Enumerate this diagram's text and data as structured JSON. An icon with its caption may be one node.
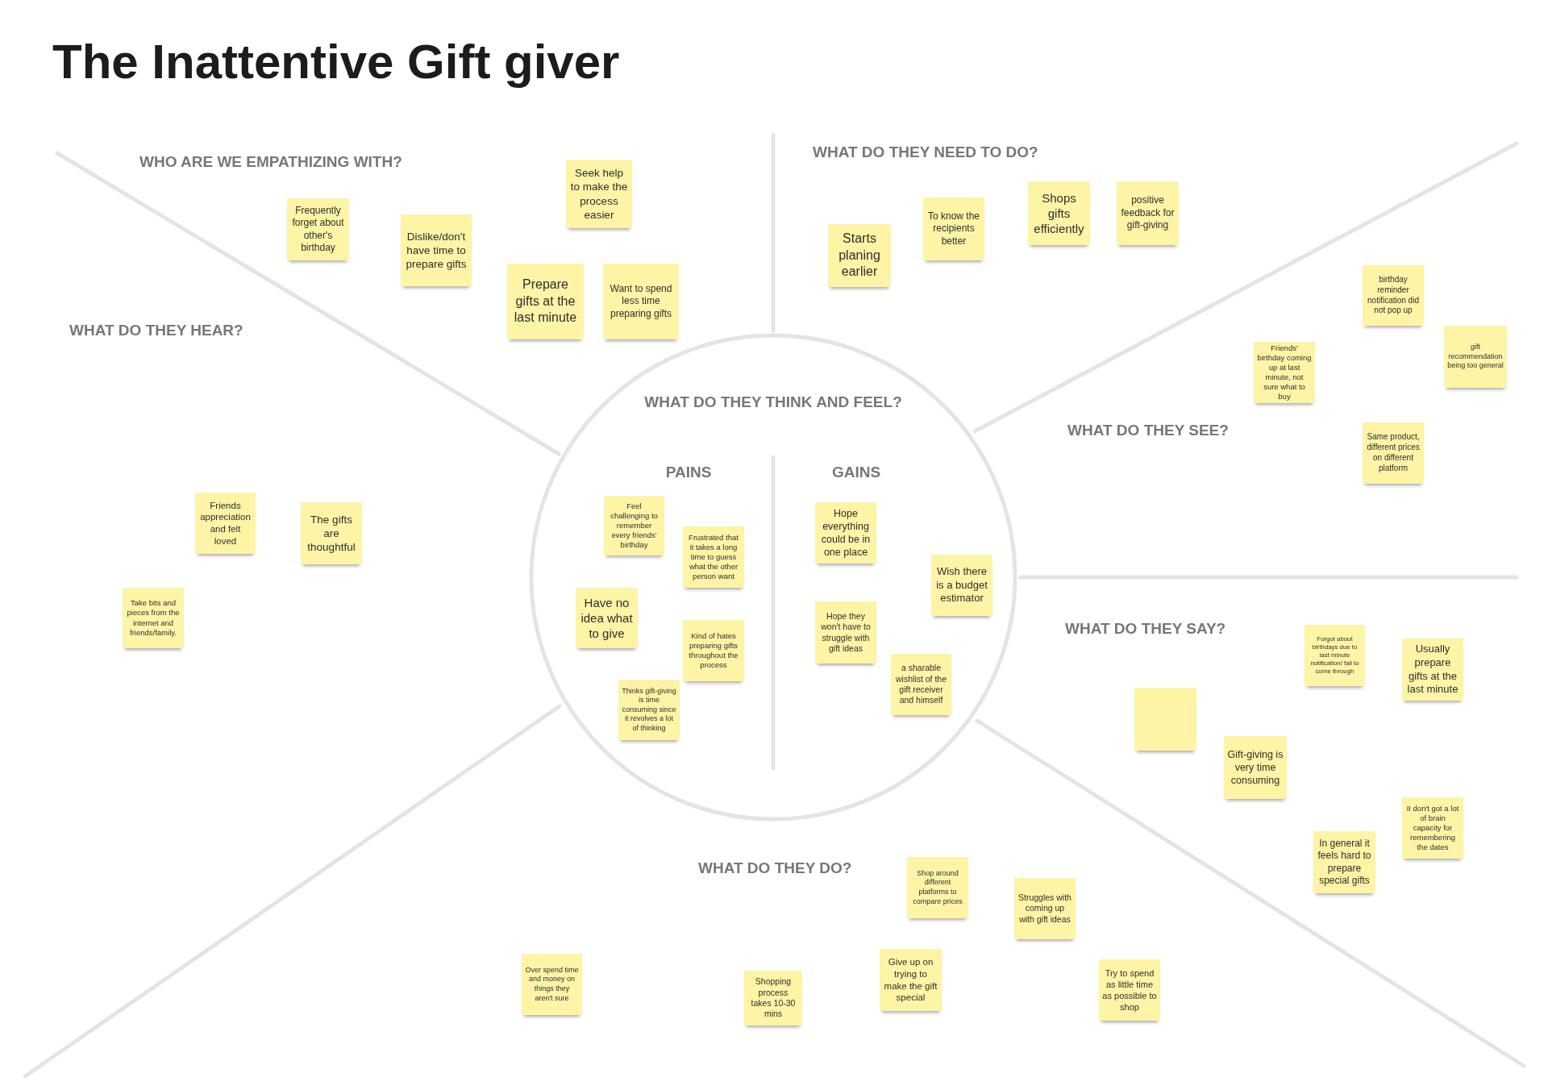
{
  "diagram": {
    "title": "The Inattentive Gift giver",
    "nodes": [
      {
        "text": [
          "Frequently forget about other's birthday"
        ]
      },
      {
        "text": [
          "Dislike/don't have time to prepare gifts"
        ]
      },
      {
        "text": [
          "Seek help to make the process easier"
        ]
      },
      {
        "text": [
          "Prepare gifts at the last minute"
        ]
      },
      {
        "text": [
          "Want to spend less time preparing gifts"
        ]
      },
      {
        "text": [
          "Starts planing earlier"
        ]
      },
      {
        "text": [
          "To know the recipients better"
        ]
      },
      {
        "text": [
          "Shops gifts efficiently"
        ]
      },
      {
        "text": [
          "positive feedback for gift-giving"
        ]
      },
      {
        "text": [
          "Friends appreciation and felt loved"
        ]
      },
      {
        "text": [
          "The gifts are thoughtful"
        ]
      },
      {
        "text": [
          "Take bits and pieces from the internet and friends/family."
        ]
      },
      {
        "text": [
          "birthday reminder notification did not pop up"
        ]
      },
      {
        "text": [
          "Friends' birthday coming up at last minute, not sure what to buy"
        ]
      },
      {
        "text": [
          "gift recommendation being too general"
        ]
      },
      {
        "text": [
          "Same product, different prices on different platform"
        ]
      },
      {
        "text": [
          "WHAT DO THEY THINK AND FEEL?"
        ]
      },
      {
        "text": [
          "Feel challenging to remember every friends' birthday"
        ],
        "in": 16
      },
      {
        "text": [
          "Frustrated that it takes a long time to guess what the other person want"
        ],
        "in": 16
      },
      {
        "text": [
          "Have no idea what to give"
        ],
        "in": 16
      },
      {
        "text": [
          "Kind of hates preparing gifts throughout the process"
        ],
        "in": 16
      },
      {
        "text": [
          "Thinks gift-giving is time consuming since it revolves a lot of thinking"
        ],
        "in": 16
      },
      {
        "text": [
          "Hope everything could be in one place"
        ],
        "in": 16
      },
      {
        "text": [
          "Wish there is a budget estimator"
        ],
        "in": 16
      },
      {
        "text": [
          "Hope they won't have to struggle with gift ideas"
        ],
        "in": 16
      },
      {
        "text": [
          "a sharable wishlist of the gift receiver and himself"
        ],
        "in": 16
      },
      {
        "text": [
          "Forgot about birthdays due to last minute notification/ fail to come through"
        ]
      },
      {
        "text": [
          "Usually prepare gifts at the last minute"
        ]
      },
      {
        "text": [],
        "shape": "box"
      },
      {
        "text": [
          "Gift-giving is very time consuming"
        ]
      },
      {
        "text": [
          "II don't got a lot of brain capacity for remembering the dates"
        ]
      },
      {
        "text": [
          "In general it feels hard to prepare special gifts"
        ]
      },
      {
        "text": [
          "Shop around different platforms to compare prices"
        ]
      },
      {
        "text": [
          "Struggles with coming up with gift ideas"
        ]
      },
      {
        "text": [
          "Over spend time and money on things they aren't sure"
        ]
      },
      {
        "text": [
          "Shopping process takes 10-30 mins"
        ]
      },
      {
        "text": [
          "Give up on trying to make the gift special"
        ]
      },
      {
        "text": [
          "Try to spend as little time as possible to shop"
        ]
      }
    ],
    "labels": [
      "WHO ARE WE EMPATHIZING WITH?",
      "WHAT DO THEY NEED TO DO?",
      "WHAT DO THEY HEAR?",
      "WHAT DO THEY SEE?",
      "PAINS",
      "GAINS",
      "WHAT DO THEY SAY?",
      "WHAT DO THEY DO?"
    ]
  }
}
